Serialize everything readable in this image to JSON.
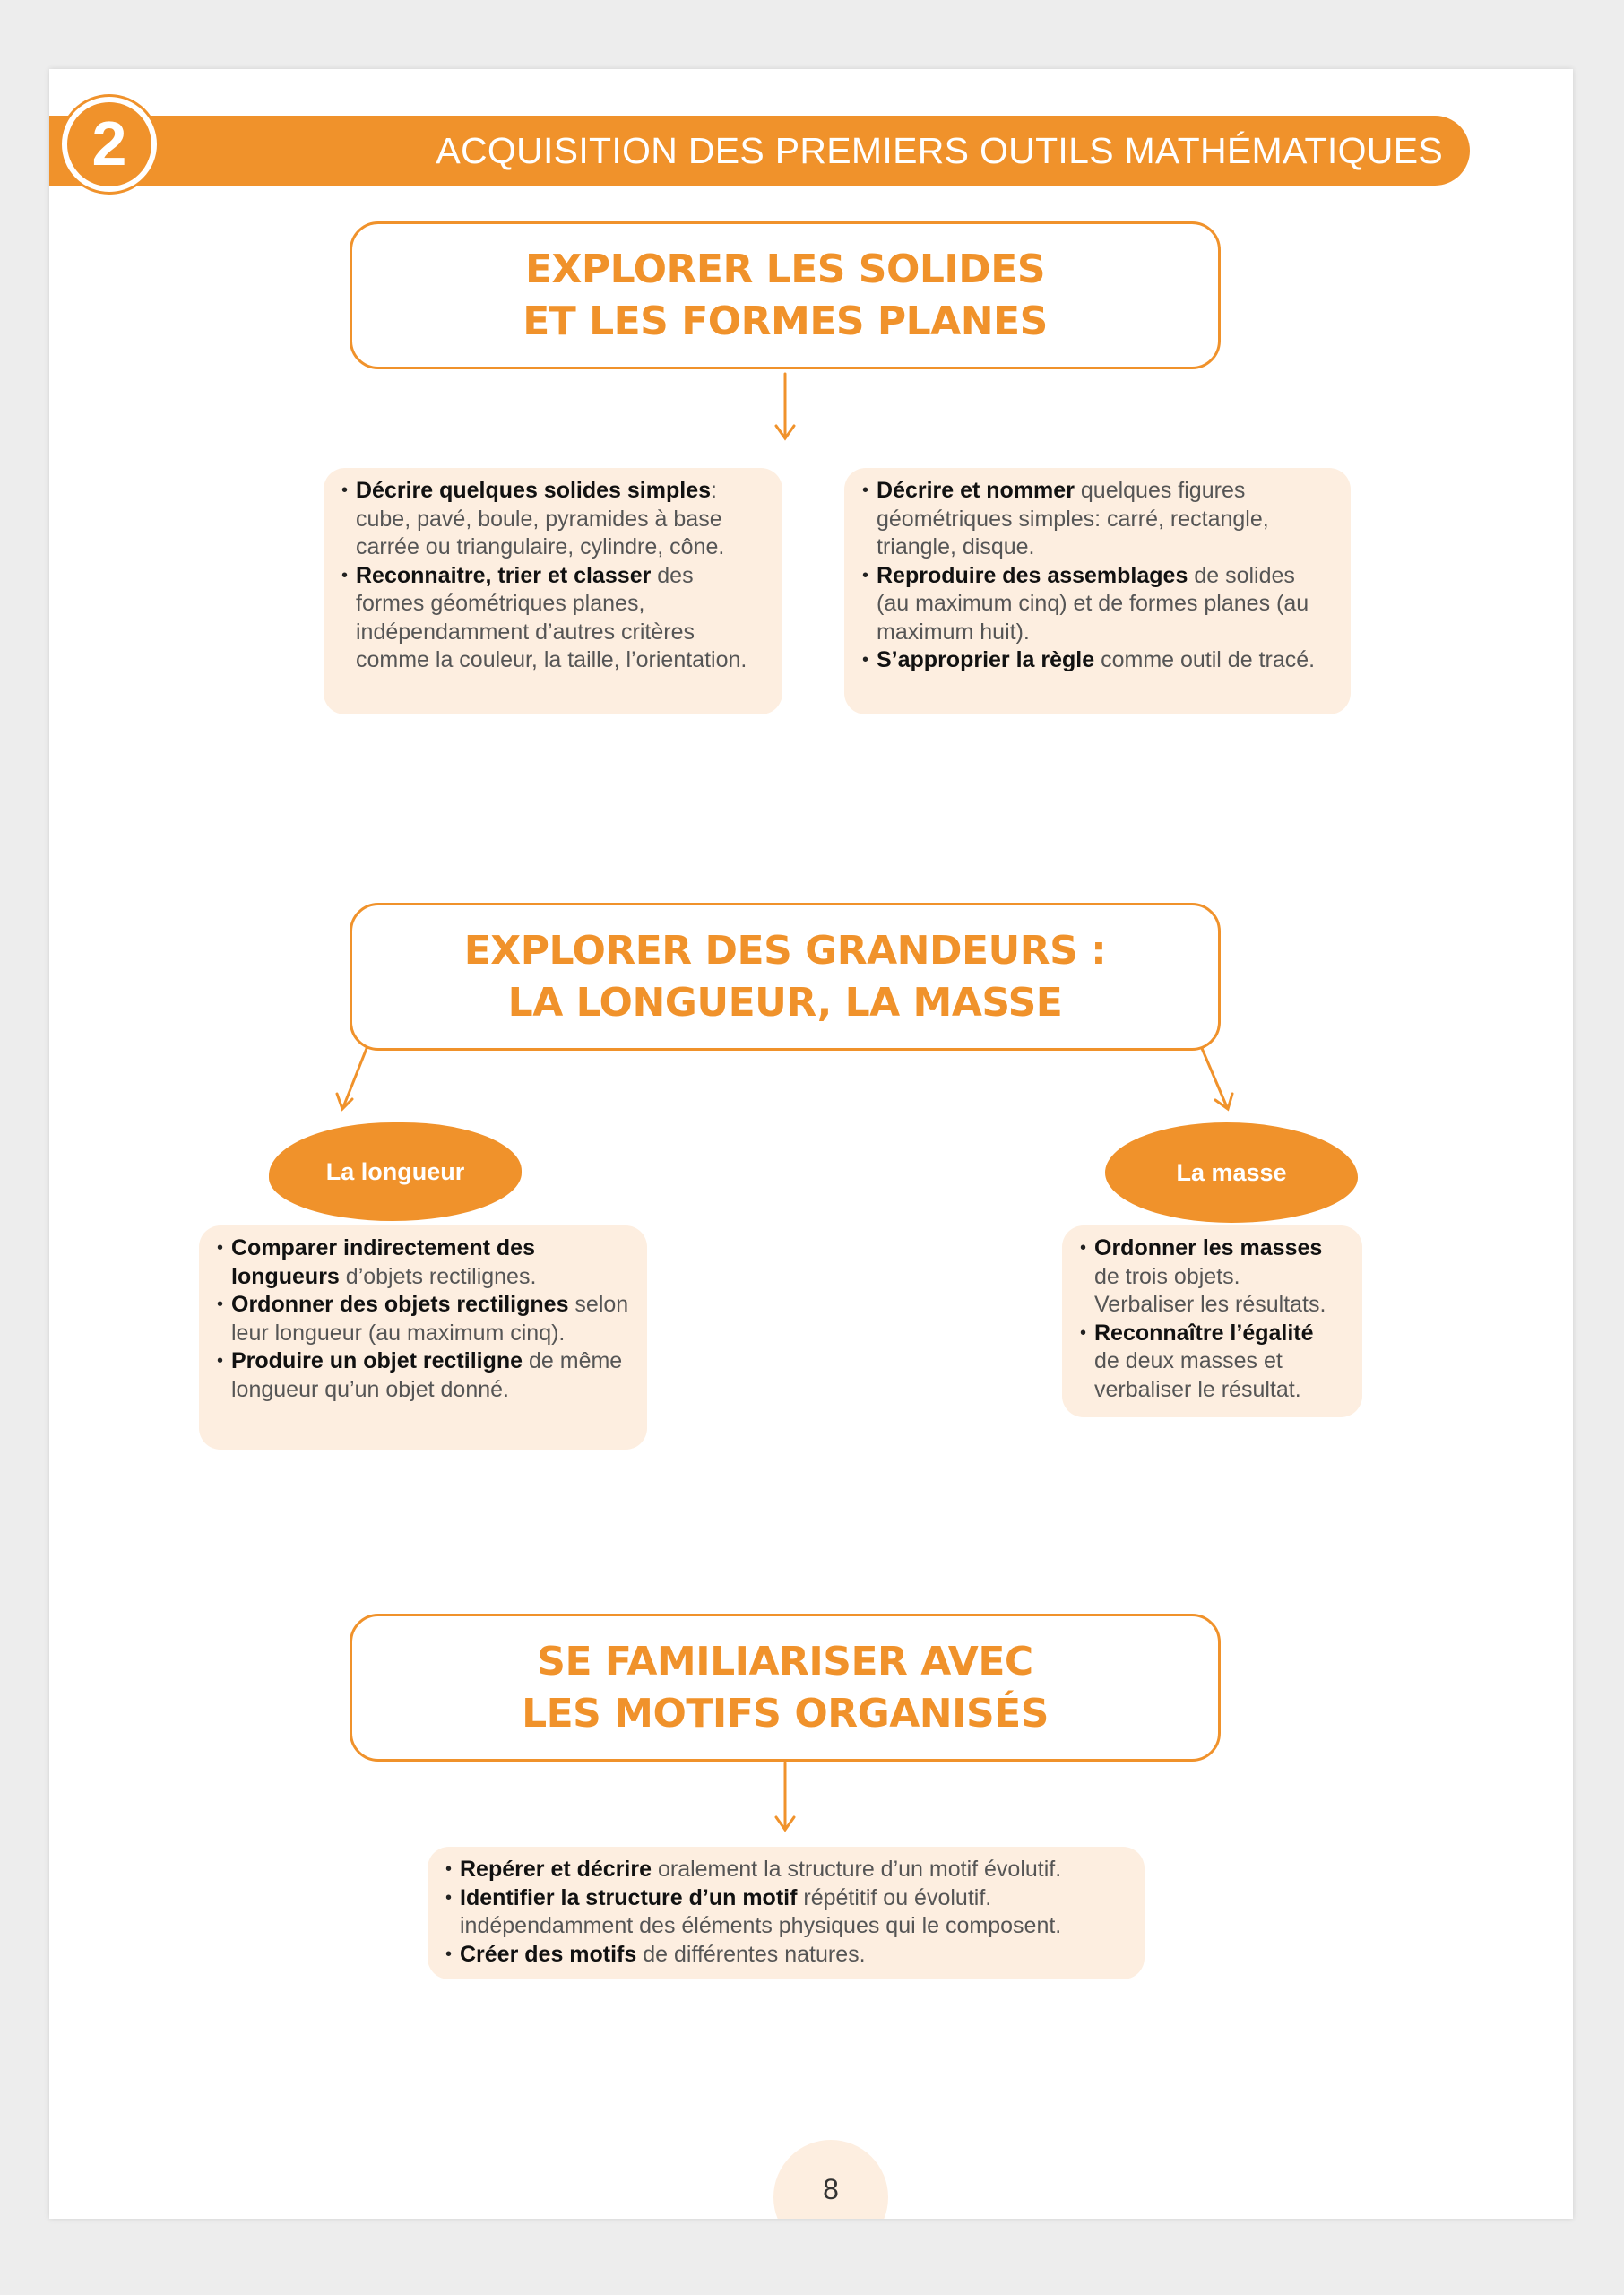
{
  "header": {
    "number": "2",
    "title": "ACQUISITION DES PREMIERS OUTILS MATHÉMATIQUES"
  },
  "sections": [
    {
      "title_lines": [
        "EXPLORER LES SOLIDES",
        "ET LES FORMES PLANES"
      ],
      "cards": [
        {
          "items": [
            {
              "bold": "Décrire quelques solides simples",
              "text": ": cube, pavé, boule, pyramides à base carrée ou triangulaire, cylindre, cône."
            },
            {
              "bold": "Reconnaitre, trier et classer",
              "text": " des formes géométriques planes, indépendamment d’autres critères comme la couleur, la taille, l’orientation."
            }
          ]
        },
        {
          "items": [
            {
              "bold": "Décrire et nommer",
              "text": " quelques figures géométriques simples: carré, rectangle, triangle, disque."
            },
            {
              "bold": "Reproduire des assemblages",
              "text": " de solides (au maximum cinq) et de formes planes (au maximum huit)."
            },
            {
              "bold": "S’approprier la règle",
              "text": " comme outil de tracé."
            }
          ]
        }
      ]
    },
    {
      "title_lines": [
        "EXPLORER DES GRANDEURS :",
        "LA LONGUEUR, LA MASSE"
      ],
      "left_label": "La longueur",
      "right_label": "La masse",
      "cards": [
        {
          "items": [
            {
              "bold": "Comparer indirectement des longueurs",
              "text": " d’objets rectilignes."
            },
            {
              "bold": "Ordonner des objets rectilignes",
              "text": " selon leur longueur (au maximum cinq)."
            },
            {
              "bold": "Produire un objet rectiligne",
              "text": " de même longueur qu’un objet donné."
            }
          ]
        },
        {
          "items": [
            {
              "bold": "Ordonner les masses",
              "text": " de trois objets. Verbaliser les résultats."
            },
            {
              "bold": "Reconnaître l’égalité",
              "text": " de deux masses et verbaliser le résultat."
            }
          ]
        }
      ]
    },
    {
      "title_lines": [
        "SE FAMILIARISER AVEC",
        "LES MOTIFS ORGANISÉS"
      ],
      "cards": [
        {
          "items": [
            {
              "bold": "Repérer et décrire",
              "text": " oralement la structure d’un motif évolutif."
            },
            {
              "bold": "Identifier la structure d’un motif",
              "text": " répétitif ou évolutif. indépendamment des éléments physiques qui le composent."
            },
            {
              "bold": "Créer des motifs",
              "text": " de différentes natures."
            }
          ]
        }
      ]
    }
  ],
  "footer": {
    "page_number": "8"
  },
  "colors": {
    "accent": "#f0922b",
    "card_bg": "#fdeee0"
  }
}
